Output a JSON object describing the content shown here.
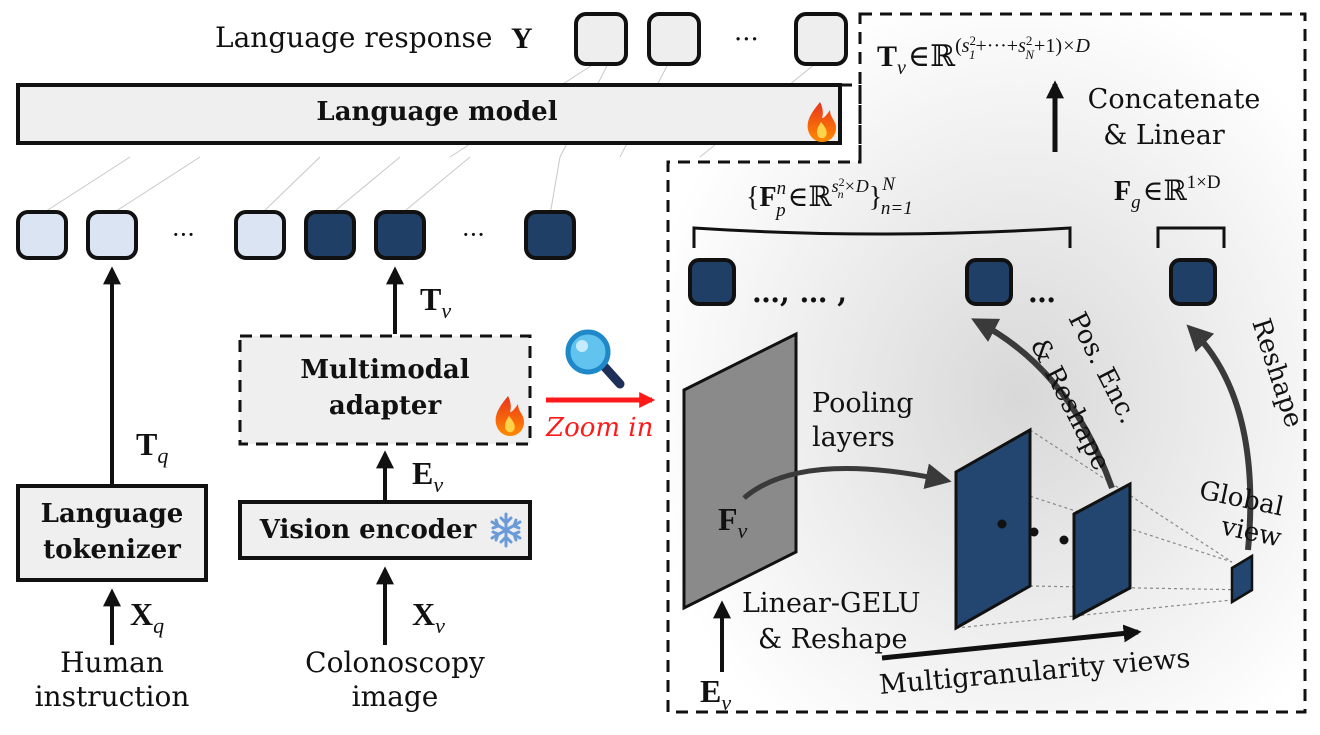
{
  "language_response": {
    "label": "Language response",
    "symbol": "Y",
    "ellipsis": "···"
  },
  "language_model": {
    "label": "Language model"
  },
  "token_row": {
    "ellipsis_1": "···",
    "ellipsis_2": "···"
  },
  "language_tokenizer": {
    "line1": "Language",
    "line2": "tokenizer"
  },
  "vision_encoder": {
    "label": "Vision encoder"
  },
  "multimodal_adapter": {
    "line1": "Multimodal",
    "line2": "adapter"
  },
  "symbols": {
    "Tq_main": "T",
    "Tq_sub": "q",
    "Tv_main": "T",
    "Tv_sub": "v",
    "Ev_main": "E",
    "Ev_sub": "v",
    "Xq_main": "X",
    "Xq_sub": "q",
    "Xv_main": "X",
    "Xv_sub": "v",
    "Fv_main": "F",
    "Fv_sub": "v"
  },
  "inputs": {
    "human_line1": "Human",
    "human_line2": "instruction",
    "colon_line1": "Colonoscopy",
    "colon_line2": "image"
  },
  "zoom": {
    "label": "Zoom in"
  },
  "zoom_panel": {
    "tv_formula": {
      "T": "T",
      "v": "v",
      "in": "∈",
      "R": "ℝ",
      "exp_open": "(",
      "s1": "s",
      "s1_sup": "2",
      "s1_sub": "1",
      "plus_dots": "+···+",
      "sN": "s",
      "sN_sup": "2",
      "sN_sub": "N",
      "plus_one": "+1)",
      "times_D": "×D"
    },
    "concat_line1": "Concatenate",
    "concat_line2": "& Linear",
    "fp_formula": {
      "open": "{",
      "F": "F",
      "p": "p",
      "n_sup": "n",
      "in": "∈",
      "R": "ℝ",
      "s": "s",
      "s_sup": "2",
      "s_sub": "n",
      "times_D": "×D",
      "close": "}",
      "N_sup": "N",
      "n_eq_1": "n=1"
    },
    "fg_formula": {
      "F": "F",
      "g": "g",
      "in": "∈",
      "R": "ℝ",
      "exp": "1×D"
    },
    "dots_row": "…,  … ,",
    "dots_row_end": "…",
    "pooling_line1": "Pooling",
    "pooling_line2": "layers",
    "pos_enc_line1": "Pos. Enc.",
    "pos_enc_line2": "& Reshape",
    "reshape": "Reshape",
    "global_line1": "Global",
    "global_line2": "view",
    "linear_gelu_line1": "Linear-GELU",
    "linear_gelu_line2": "& Reshape",
    "multigranularity": "Multigranularity views"
  },
  "colors": {
    "dark_token": "#1f3f66",
    "light_token": "#dbe4f3",
    "gray_token": "#eeeeee",
    "box_fill": "#efefef",
    "plane_dark": "#22466f",
    "plane_gray": "#8a8a8a",
    "zoom_arrow": "#ff1a1a"
  },
  "icons": [
    "fire-icon",
    "snowflake-icon",
    "magnifier-icon"
  ]
}
